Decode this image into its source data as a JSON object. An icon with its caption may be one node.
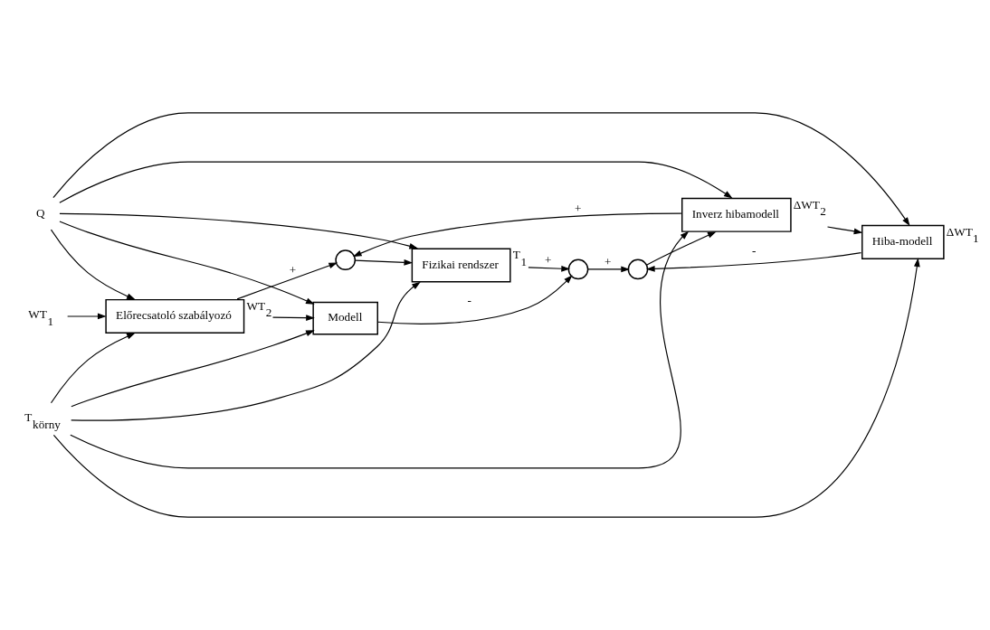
{
  "diagram": {
    "nodes": [
      {
        "text": [
          "Q"
        ]
      },
      {
        "text": [
          "T$_{körny}$"
        ]
      },
      {
        "text": [
          "WT$_{1}$"
        ]
      },
      {
        "text": [
          "Előrecsatoló szabályozó"
        ],
        "beside": [
          "WT$_{2}$"
        ]
      },
      {
        "text": [],
        "shape": "circle"
      },
      {
        "text": [
          "Fizikai rendszer"
        ],
        "beside": [
          "T$_{1}$"
        ]
      },
      {
        "text": [
          "Modell"
        ]
      },
      {
        "text": [],
        "shape": "circle"
      },
      {
        "text": [],
        "shape": "circle"
      },
      {
        "text": [
          "Inverz hibamodell"
        ],
        "beside": [
          "ΔWT$_{2}$"
        ]
      },
      {
        "text": [
          "Hiba-modell"
        ],
        "beside": [
          "ΔWT$_{1}$"
        ]
      }
    ],
    "edges": [
      {
        "from": 0,
        "to": 3,
        "arrow": "to"
      },
      {
        "from": 1,
        "to": 3,
        "arrow": "to"
      },
      {
        "from": 2,
        "to": 3,
        "arrow": "to"
      },
      {
        "from": 0,
        "to": 5,
        "arrow": "to"
      },
      {
        "from": 1,
        "to": 5,
        "arrow": "to"
      },
      {
        "from": 0,
        "to": 6,
        "arrow": "to"
      },
      {
        "from": 1,
        "to": 6,
        "arrow": "to"
      },
      {
        "from": 0,
        "to": 10,
        "arrow": "to"
      },
      {
        "from": 1,
        "to": 10,
        "arrow": "to"
      },
      {
        "from": 0,
        "to": 9,
        "arrow": "to"
      },
      {
        "from": 1,
        "to": 9,
        "arrow": "to"
      },
      {
        "from": 3,
        "to": 4,
        "arrow": "to",
        "label": "+"
      },
      {
        "from": 3,
        "to": 6,
        "arrow": "to"
      },
      {
        "from": 4,
        "to": 5,
        "arrow": "to"
      },
      {
        "from": 5,
        "to": 7,
        "arrow": "to",
        "label": "+"
      },
      {
        "from": 6,
        "to": 7,
        "arrow": "to",
        "label": "-"
      },
      {
        "from": 7,
        "to": 8,
        "arrow": "to",
        "label": "+"
      },
      {
        "from": 8,
        "to": 9,
        "arrow": "to"
      },
      {
        "from": 9,
        "to": 10,
        "arrow": "to"
      },
      {
        "from": 9,
        "to": 4,
        "arrow": "to",
        "label": "+"
      },
      {
        "from": 10,
        "to": 8,
        "arrow": "to",
        "label": "-"
      }
    ]
  }
}
